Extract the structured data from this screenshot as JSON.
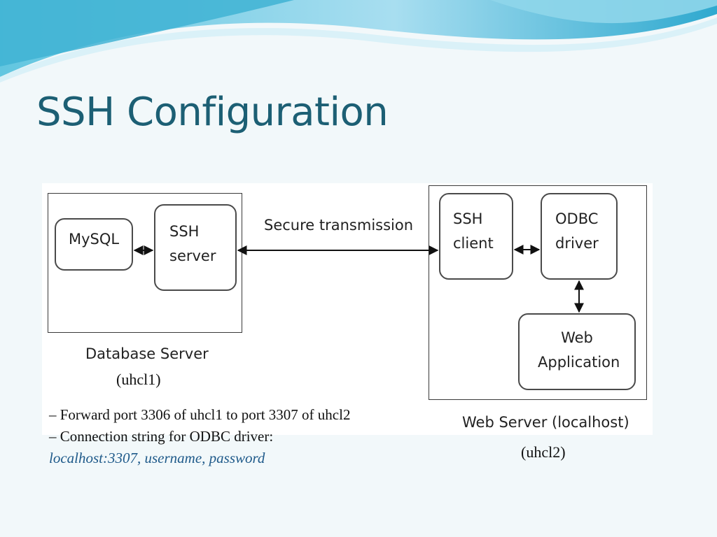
{
  "slide": {
    "title": "SSH Configuration",
    "colors": {
      "title": "#1c5f74",
      "wave_dark": "#3fb3d3",
      "wave_light": "#bfe6f0",
      "connection_string": "#1f5a8a"
    }
  },
  "diagram": {
    "database_server": {
      "label": "Database Server",
      "host_note": "(uhcl1)",
      "components": {
        "mysql": "MySQL",
        "ssh_server": "SSH\nserver"
      }
    },
    "web_server": {
      "label": "Web Server (localhost)",
      "host_note": "(uhcl2)",
      "components": {
        "ssh_client": "SSH\nclient",
        "odbc_driver": "ODBC\ndriver",
        "web_application": "Web\nApplication"
      }
    },
    "link_label": "Secure transmission"
  },
  "notes": {
    "forward_port": "– Forward port 3306 of uhcl1 to port 3307 of uhcl2",
    "connection_intro": "– Connection string for ODBC driver:",
    "connection_string": "localhost:3307, username, password"
  }
}
